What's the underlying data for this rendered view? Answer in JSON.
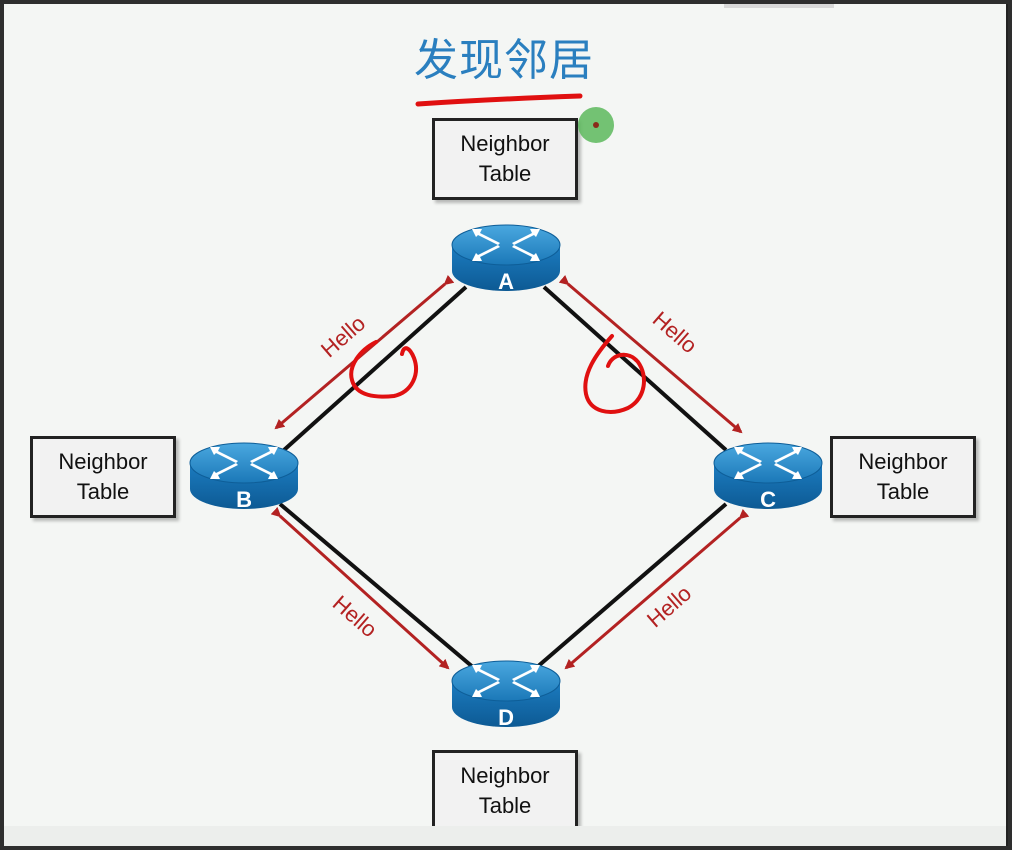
{
  "title": "发现邻居",
  "neighbor_tables": {
    "top": {
      "line1": "Neighbor",
      "line2": "Table"
    },
    "left": {
      "line1": "Neighbor",
      "line2": "Table"
    },
    "right": {
      "line1": "Neighbor",
      "line2": "Table"
    },
    "bottom": {
      "line1": "Neighbor",
      "line2": "Table"
    }
  },
  "routers": {
    "a": "A",
    "b": "B",
    "c": "C",
    "d": "D"
  },
  "hello_labels": {
    "a_b": "Hello",
    "a_c": "Hello",
    "b_d": "Hello",
    "c_d": "Hello"
  },
  "colors": {
    "title": "#2a7fbf",
    "router_body": "#1e7fc0",
    "hello_arrow": "#b32222",
    "annotation": "#e01010",
    "pointer": "#4caf50"
  },
  "icons": {
    "router": "router-icon",
    "pointer": "laser-pointer-icon"
  }
}
